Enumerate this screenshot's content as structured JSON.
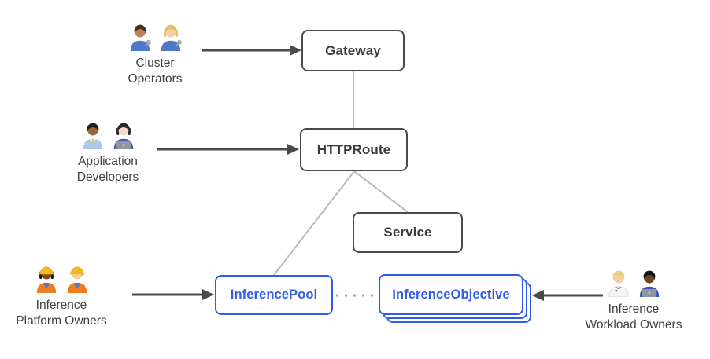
{
  "diagram": {
    "nodes": {
      "gateway": {
        "label": "Gateway",
        "kind": "gateway-api-resource"
      },
      "httproute": {
        "label": "HTTPRoute",
        "kind": "gateway-api-resource"
      },
      "service": {
        "label": "Service",
        "kind": "core-resource"
      },
      "inference_pool": {
        "label": "InferencePool",
        "kind": "inference-extension-resource"
      },
      "inference_objective": {
        "label": "InferenceObjective",
        "kind": "inference-extension-resource",
        "stacked": true
      }
    },
    "actors": {
      "cluster_operators": {
        "line1": "Cluster",
        "line2": "Operators",
        "icons": [
          "man-mechanic",
          "woman-mechanic"
        ],
        "points_to": "Gateway"
      },
      "application_developers": {
        "line1": "Application",
        "line2": "Developers",
        "icons": [
          "man-office-worker",
          "woman-technologist"
        ],
        "points_to": "HTTPRoute"
      },
      "inference_platform_owners": {
        "line1": "Inference",
        "line2": "Platform Owners",
        "icons": [
          "woman-construction-worker",
          "man-construction-worker"
        ],
        "points_to": "InferencePool"
      },
      "inference_workload_owners": {
        "line1": "Inference",
        "line2": "Workload Owners",
        "icons": [
          "health-worker",
          "man-technologist"
        ],
        "points_to": "InferenceObjective"
      }
    },
    "edges": {
      "gateway_httproute": {
        "style": "solid-gray"
      },
      "httproute_inference_pool": {
        "style": "solid-gray"
      },
      "httproute_service": {
        "style": "solid-gray"
      },
      "inference_pool_inference_objective": {
        "style": "dotted-gray"
      }
    },
    "colors": {
      "resource_border": "#4a4a4a",
      "resource_text": "#3b3b3b",
      "extension_blue": "#315ce8",
      "connector_gray": "#b9b9b9",
      "arrow_dark": "#4a4a4e",
      "dotted_gray": "#a6a6a6",
      "background": "#ffffff"
    },
    "icon_palette": {
      "man-mechanic": {
        "skin": "#bd8155",
        "hair": "#4a2c18",
        "shirt": "#4d79c5",
        "accessory": "wrench"
      },
      "woman-mechanic": {
        "skin": "#f4cda4",
        "hair": "#e3bf66",
        "shirt": "#4d79c5",
        "accessory": "wrench",
        "long_hair": true
      },
      "man-office-worker": {
        "skin": "#9c6430",
        "hair": "#23201e",
        "shirt": "#a9c8ea",
        "accessory": "tie"
      },
      "woman-technologist": {
        "skin": "#f7dcc6",
        "hair": "#27262c",
        "shirt": "#3c55b8",
        "accessory": "laptop",
        "long_hair": true
      },
      "woman-construction-worker": {
        "skin": "#7c4a22",
        "hair": "#181818",
        "shirt": "#ef7d23",
        "accessory": "construction",
        "long_hair": true
      },
      "man-construction-worker": {
        "skin": "#f4cda4",
        "hair": "#6b4a2d",
        "shirt": "#ef7d23",
        "accessory": "construction"
      },
      "health-worker": {
        "skin": "#f4cda4",
        "hair": "#e8d27d",
        "shirt": "#f4f4f1",
        "shirt_stroke": "#d9d9d5",
        "accessory": "coat"
      },
      "man-technologist": {
        "skin": "#6f4423",
        "hair": "#141414",
        "shirt": "#3c55b8",
        "accessory": "laptop"
      }
    }
  }
}
